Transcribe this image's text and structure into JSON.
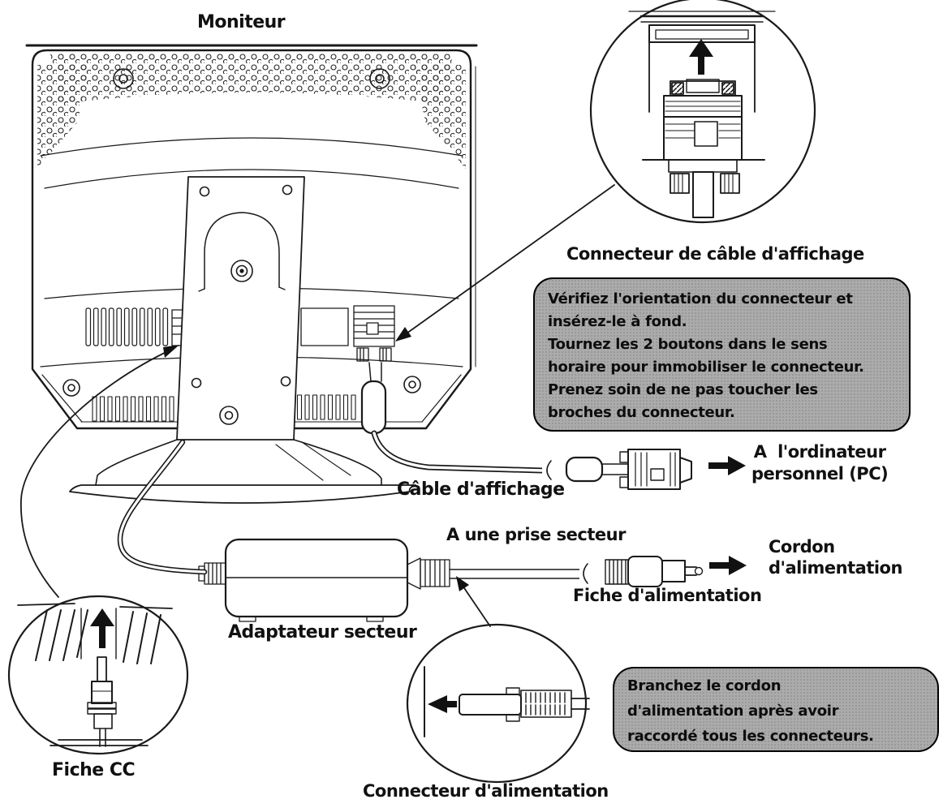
{
  "colors": {
    "ink": "#1a1a1a",
    "note_background": "#ababab",
    "note_border": "#000000",
    "paper": "#ffffff"
  },
  "labels": {
    "monitor": "Moniteur",
    "display_connector_title": "Connecteur de câble d'affichage",
    "display_cable": "Câble d'affichage",
    "to_pc": "A  l'ordinateur\npersonnel (PC)",
    "to_outlet": "A une prise secteur",
    "power_cord": "Cordon\nd'alimentation",
    "power_plug": "Fiche d'alimentation",
    "ac_adapter": "Adaptateur secteur",
    "dc_plug": "Fiche CC",
    "power_connector": "Connecteur d'alimentation"
  },
  "notes": {
    "display_note": "Vérifiez l'orientation du connecteur et\ninsérez-le à fond.\nTournez les 2 boutons dans le sens\nhoraire pour immobiliser le connecteur.\nPrenez soin de ne pas toucher les\nbroches du connecteur.",
    "power_note": "Branchez le cordon\nd'alimentation après avoir\nraccordé tous les connecteurs."
  },
  "icons": {
    "insert_display_connector": "up-arrow",
    "insert_dc_plug": "up-arrow",
    "insert_power_connector": "left-arrow",
    "to_pc_arrow": "right-arrow",
    "power_cord_arrow": "right-arrow"
  }
}
